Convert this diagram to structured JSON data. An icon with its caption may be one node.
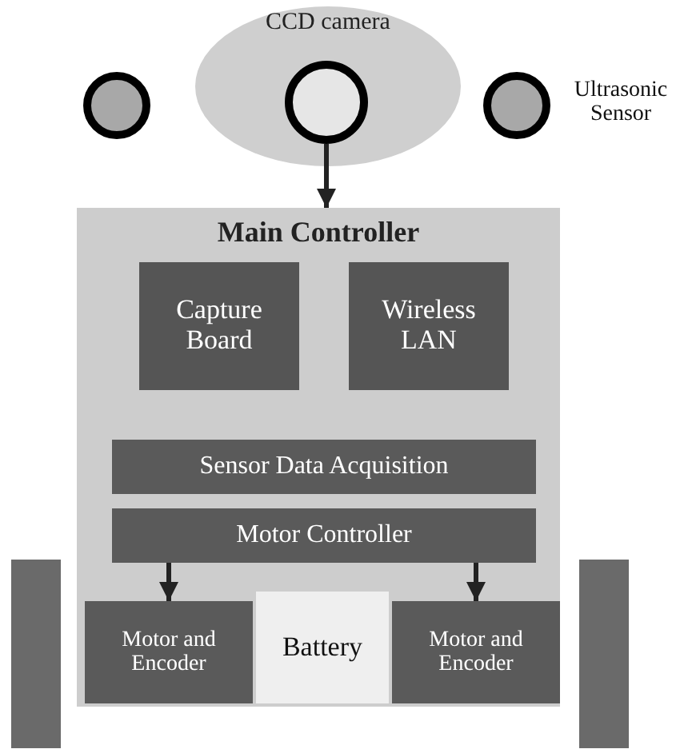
{
  "diagram": {
    "nodes": [
      {
        "text": [
          "CCD camera"
        ]
      },
      {
        "text": [],
        "shape": "circle",
        "in": 0
      },
      {
        "text": [],
        "shape": "circle"
      },
      {
        "text": [],
        "shape": "circle",
        "beside": [
          "Ultrasonic Sensor"
        ]
      },
      {
        "text": [
          "Main Controller"
        ]
      },
      {
        "text": [
          "Capture Board"
        ],
        "in": 4
      },
      {
        "text": [
          "Wireless LAN"
        ],
        "in": 4
      },
      {
        "text": [
          "Sensor Data Acquisition"
        ],
        "in": 4
      },
      {
        "text": [
          "Motor Controller"
        ],
        "in": 4
      },
      {
        "text": [],
        "shape": "bar"
      },
      {
        "text": [
          "Motor and Encoder"
        ],
        "in": 4
      },
      {
        "text": [
          "Battery"
        ],
        "in": 4
      },
      {
        "text": [
          "Motor and Encoder"
        ],
        "in": 4
      },
      {
        "text": [],
        "shape": "bar"
      }
    ],
    "edges": [
      {
        "from": 1,
        "to": 4,
        "arrow": "to"
      },
      {
        "from": 8,
        "to": 10,
        "arrow": "to"
      },
      {
        "from": 8,
        "to": 12,
        "arrow": "to"
      }
    ]
  }
}
